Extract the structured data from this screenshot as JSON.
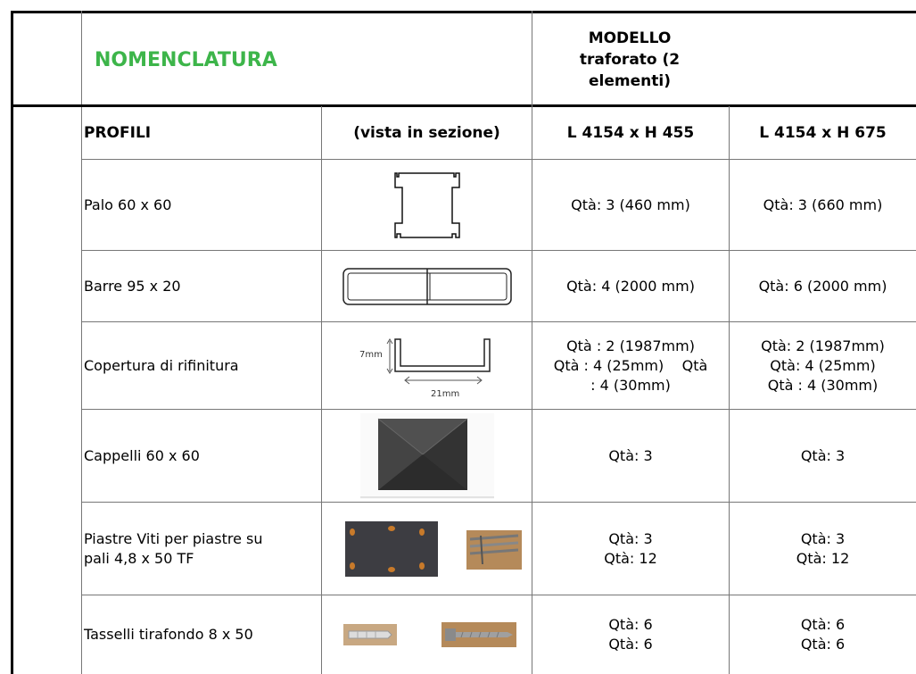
{
  "header": {
    "title": "NOMENCLATURA",
    "modello": [
      "MODELLO",
      "traforato (2",
      "elementi)"
    ]
  },
  "columns": {
    "profili": "PROFILI",
    "vista": "(vista in sezione)",
    "size1": "L 4154 x H 455",
    "size2": "L 4154 x H 675"
  },
  "rows": [
    {
      "name": "Palo 60 x 60",
      "q1": [
        "Qtà: 3 (460 mm)"
      ],
      "q2": [
        "Qtà: 3 (660 mm)"
      ],
      "icon": "post-profile-icon"
    },
    {
      "name": "Barre 95 x 20",
      "q1": [
        "Qtà: 4 (2000 mm)"
      ],
      "q2": [
        "Qtà: 6 (2000 mm)"
      ],
      "icon": "bar-profile-icon"
    },
    {
      "name": "Copertura di rifinitura",
      "q1": [
        "Qtà : 2 (1987mm)",
        "Qtà : 4 (25mm)    Qtà",
        ": 4 (30mm)"
      ],
      "q2": [
        "Qtà: 2 (1987mm)",
        "Qtà: 4 (25mm)",
        "Qtà : 4 (30mm)"
      ],
      "icon": "cover-profile-icon",
      "dims": {
        "h": "7mm",
        "w": "21mm"
      }
    },
    {
      "name": "Cappelli 60 x 60",
      "q1": [
        "Qtà: 3"
      ],
      "q2": [
        "Qtà: 3"
      ],
      "icon": "cap-photo-icon"
    },
    {
      "name": "Piastre Viti per piastre su pali 4,8 x 50 TF",
      "name_lines": [
        "Piastre Viti per piastre su",
        "pali 4,8 x 50 TF"
      ],
      "q1": [
        "Qtà: 3",
        "Qtà: 12"
      ],
      "q2": [
        "Qtà: 3",
        "Qtà: 12"
      ],
      "icon": "plate-photo-icon"
    },
    {
      "name": "Tasselli tirafondo 8 x 50",
      "q1": [
        "Qtà: 6",
        "Qtà: 6"
      ],
      "q2": [
        "Qtà: 6",
        "Qtà: 6"
      ],
      "icon": "anchor-photo-icon"
    }
  ],
  "colors": {
    "title_green": "#3db54a",
    "border": "#000000"
  }
}
